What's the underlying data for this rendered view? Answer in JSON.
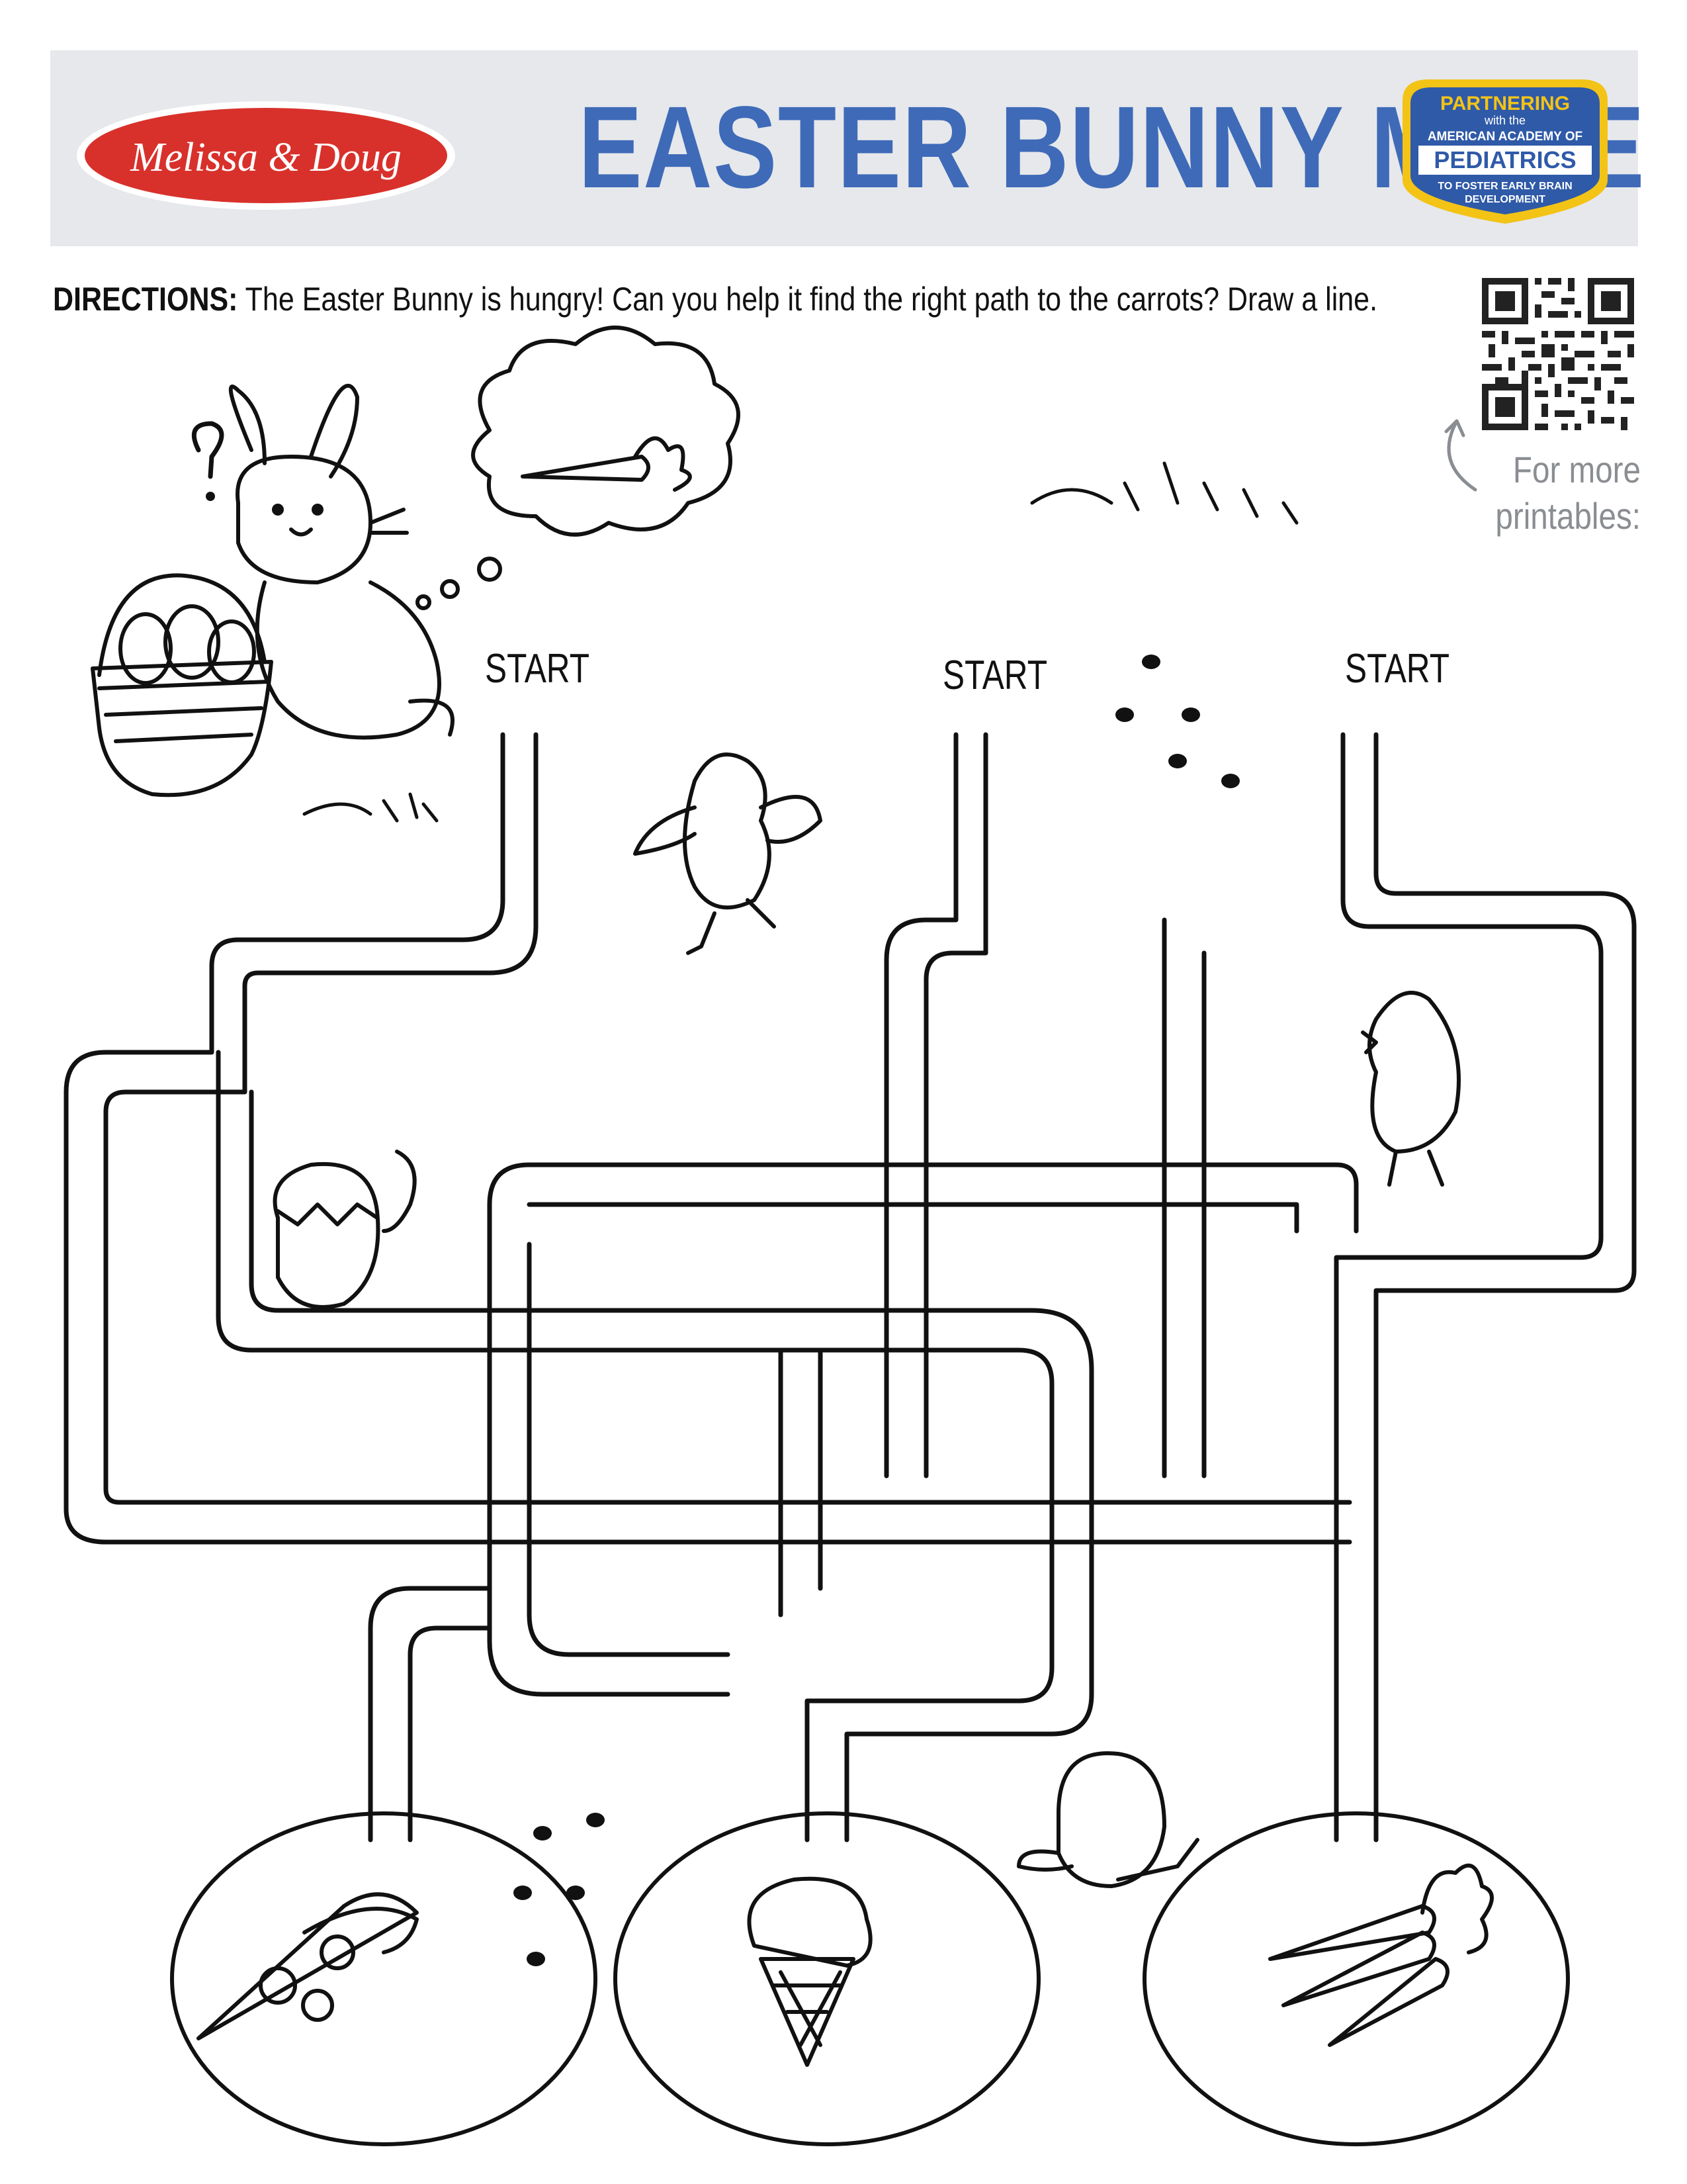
{
  "header": {
    "brand": "Melissa & Doug",
    "title": "EASTER BUNNY MAZE",
    "partner_badge": {
      "line1": "PARTNERING",
      "line2": "with the",
      "line3": "AMERICAN ACADEMY OF",
      "line4": "PEDIATRICS",
      "line5": "TO FOSTER EARLY BRAIN",
      "line6": "DEVELOPMENT"
    }
  },
  "directions": {
    "label": "DIRECTIONS:",
    "text": " The Easter Bunny is hungry! Can you help it find the right path to the carrots? Draw a line."
  },
  "qr": {
    "caption": "For more printables:"
  },
  "maze": {
    "start_labels": [
      "START",
      "START",
      "START"
    ],
    "endpoints": [
      "pizza",
      "ice cream",
      "carrots"
    ]
  },
  "colors": {
    "title": "#3f6ab8",
    "header_band": "#e6e8eb",
    "brand_red": "#d8312b",
    "badge_blue": "#2f5aa8",
    "badge_yellow": "#f3c316",
    "caption_gray": "#8a8d91"
  }
}
